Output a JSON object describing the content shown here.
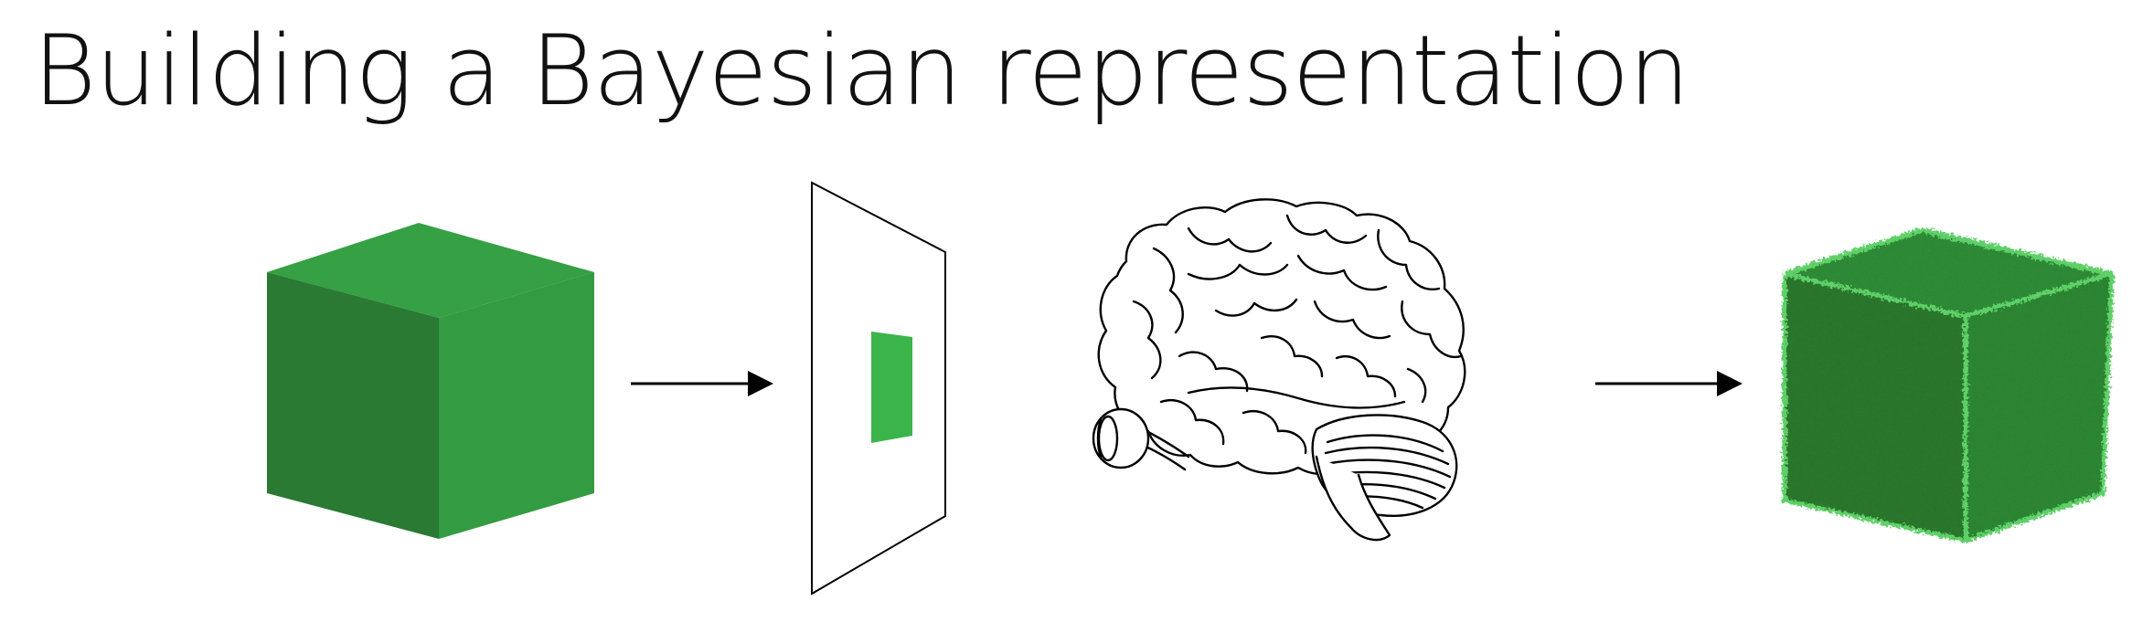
{
  "slide": {
    "title": "Building a Bayesian representation"
  },
  "diagram": {
    "stages": [
      {
        "name": "physical-object",
        "icon": "green-cube-icon"
      },
      {
        "name": "retinal-image",
        "icon": "projection-plane-icon"
      },
      {
        "name": "brain",
        "icon": "brain-with-eye-icon"
      },
      {
        "name": "perceived-object",
        "icon": "noisy-green-cube-icon"
      }
    ],
    "colors": {
      "cube_left": "#2a7a33",
      "cube_right": "#339b41",
      "cube_top": "#35a044",
      "projection": "#3bb54a",
      "noisy_front": "#2b7a2e",
      "noisy_side": "#2e8a34",
      "noisy_edge": "#5fd068",
      "arrow": "#000000"
    }
  }
}
